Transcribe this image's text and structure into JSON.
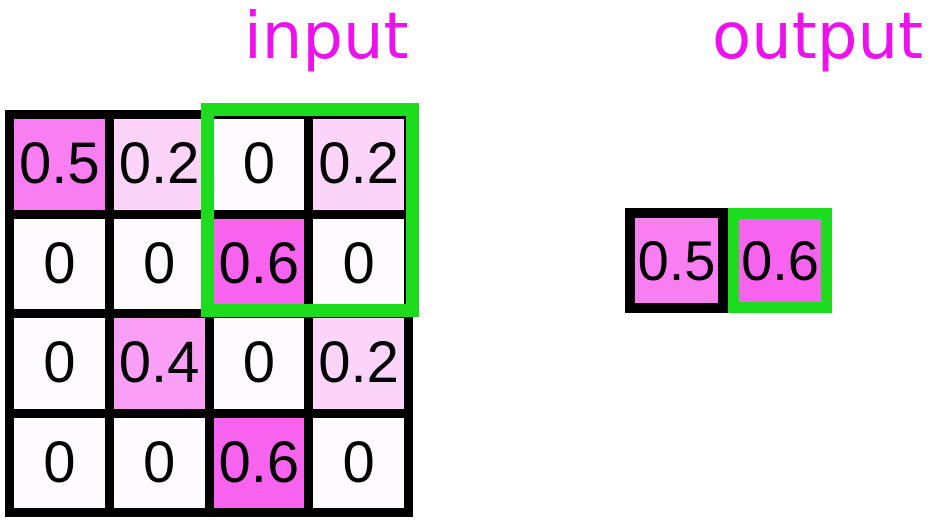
{
  "labels": {
    "input": "input",
    "output": "output"
  },
  "colors": {
    "label_text": "#ee11ee",
    "number_text": "#000000",
    "grid_lines": "#000000",
    "highlight_green": "#1ddb1d",
    "cell_background_by_value": {
      "0": "#fefafe",
      "0.2": "#fcd4f9",
      "0.4": "#fa9ff5",
      "0.5": "#f87ef2",
      "0.6": "#f763ef"
    }
  },
  "input_grid": {
    "rows": [
      [
        "0.5",
        "0.2",
        "0",
        "0.2"
      ],
      [
        "0",
        "0",
        "0.6",
        "0"
      ],
      [
        "0",
        "0.4",
        "0",
        "0.2"
      ],
      [
        "0",
        "0",
        "0.6",
        "0"
      ]
    ],
    "highlighted_region": {
      "rows": [
        1,
        2
      ],
      "cols": [
        3,
        4
      ]
    }
  },
  "output_grid": {
    "cells": [
      "0.5",
      "0.6"
    ],
    "highlighted_cell": "0.6"
  }
}
